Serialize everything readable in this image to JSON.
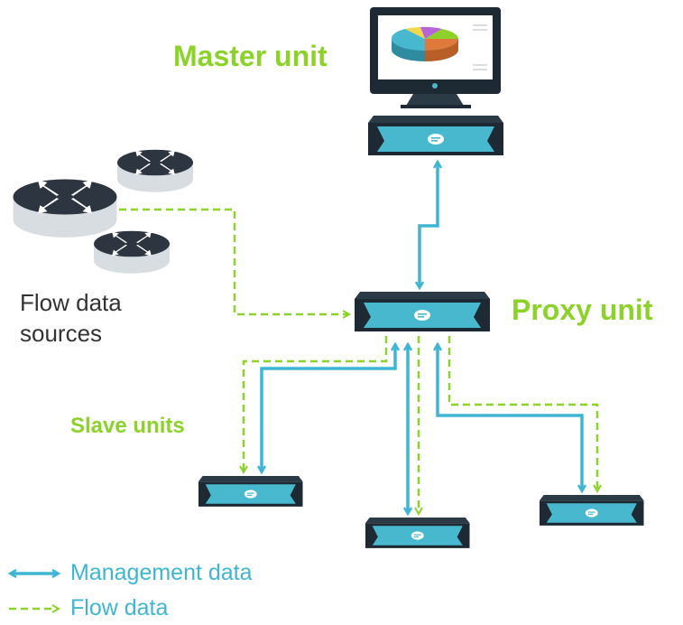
{
  "labels": {
    "master": "Master unit",
    "proxy": "Proxy unit",
    "slaves": "Slave units",
    "sources_line1": "Flow data",
    "sources_line2": "sources"
  },
  "legend": {
    "management": "Management data",
    "flow": "Flow data"
  },
  "colors": {
    "management": "#3fb5d3",
    "flow": "#8cd22a",
    "server_body": "#1e2a33",
    "server_face": "#47b8cd"
  }
}
